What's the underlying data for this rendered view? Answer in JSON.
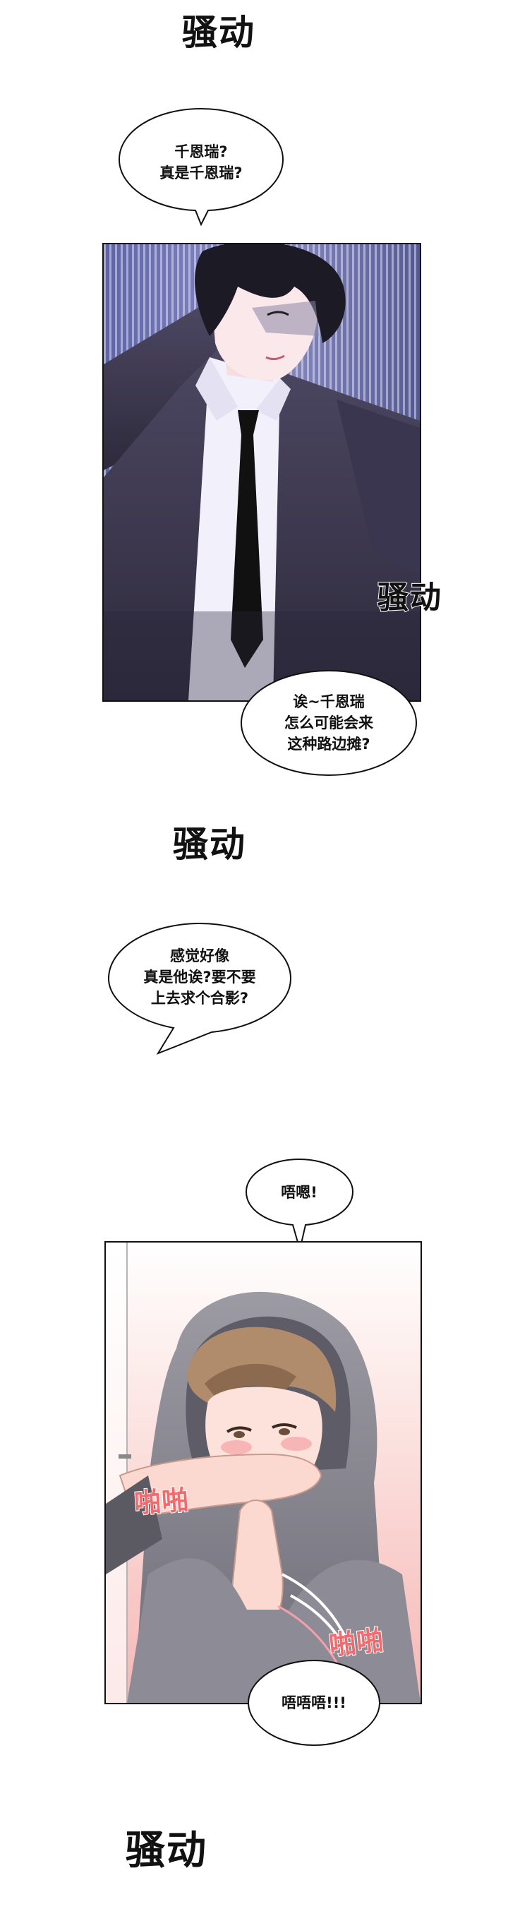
{
  "sfx": {
    "s1": "骚动",
    "s2": "骚动",
    "s3": "骚动",
    "s4": "骚动"
  },
  "bubbles": {
    "b1": [
      "千恩瑞?",
      "真是千恩瑞?"
    ],
    "b2": [
      "诶~千恩瑞",
      "怎么可能会来",
      "这种路边摊?"
    ],
    "b3": [
      "感觉好像",
      "真是他诶?要不要",
      "上去求个合影?"
    ],
    "b4": [
      "唔嗯!"
    ],
    "b5": [
      "唔唔唔!!!"
    ]
  },
  "panel2_sfx": {
    "pa1": "啪啪",
    "pa2": "啪啪"
  },
  "colors": {
    "ink": "#111111",
    "panel1_bg": "#3a3550",
    "panel2_bg": "#f7c6c1",
    "sfx_red": "#f36a6e"
  }
}
